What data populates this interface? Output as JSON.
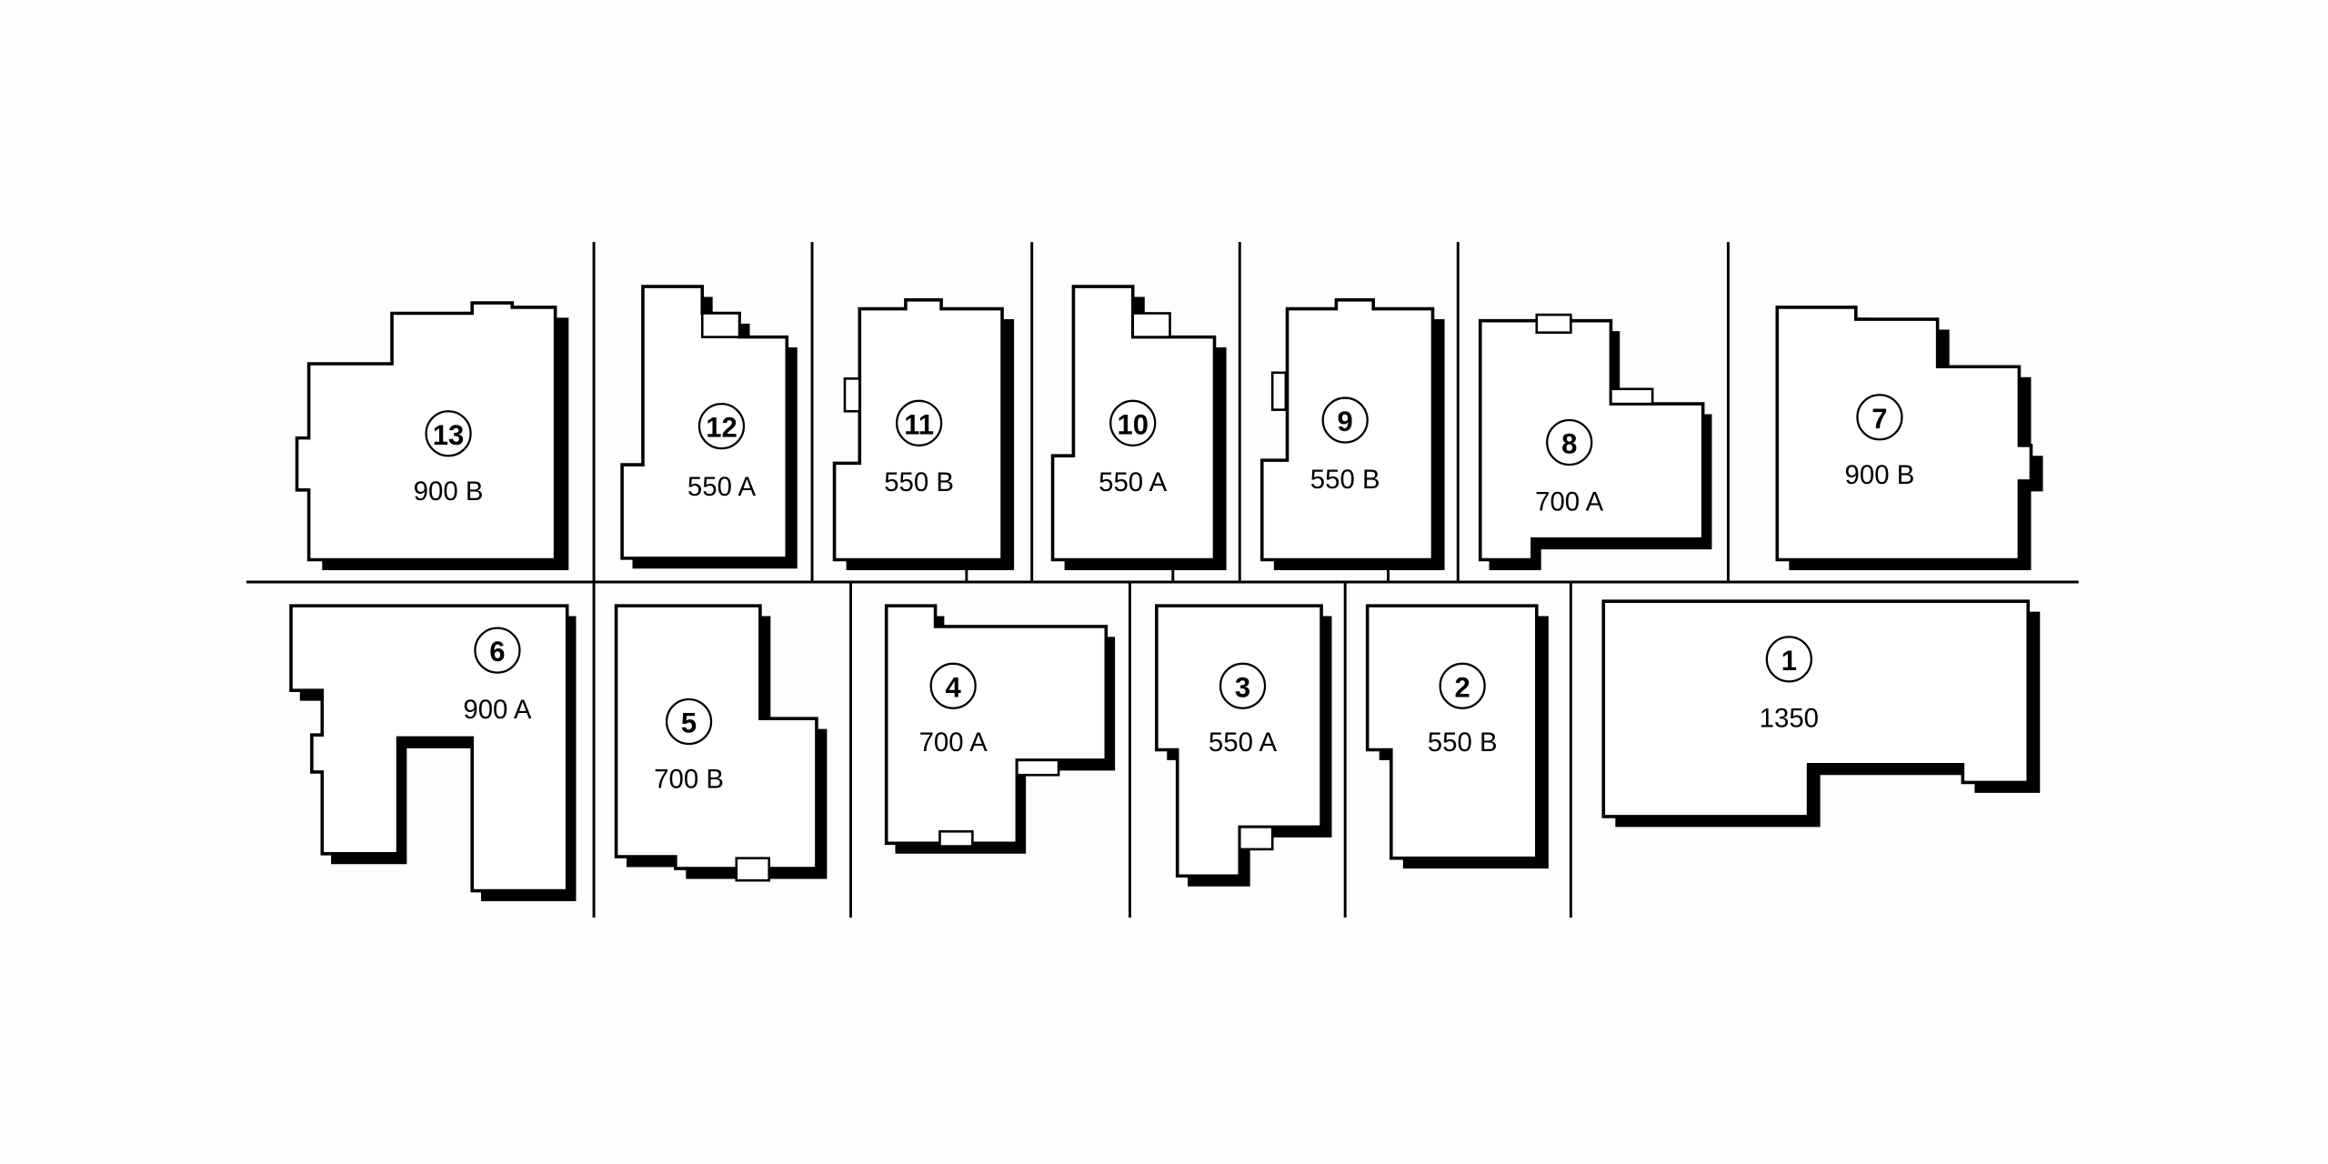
{
  "lots": [
    {
      "number": "1",
      "label": "1350"
    },
    {
      "number": "2",
      "label": "550 B"
    },
    {
      "number": "3",
      "label": "550 A"
    },
    {
      "number": "4",
      "label": "700 A"
    },
    {
      "number": "5",
      "label": "700 B"
    },
    {
      "number": "6",
      "label": "900 A"
    },
    {
      "number": "7",
      "label": "900 B"
    },
    {
      "number": "8",
      "label": "700 A"
    },
    {
      "number": "9",
      "label": "550 B"
    },
    {
      "number": "10",
      "label": "550 A"
    },
    {
      "number": "11",
      "label": "550 B"
    },
    {
      "number": "12",
      "label": "550 A"
    },
    {
      "number": "13",
      "label": "900 B"
    }
  ]
}
